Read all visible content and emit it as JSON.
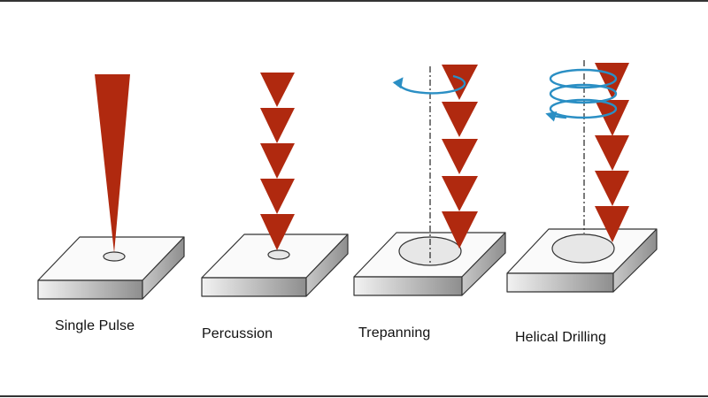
{
  "colors": {
    "beam": "#B0290F",
    "arrow": "#2B8FC4",
    "axis": "#222222",
    "outline": "#333333",
    "plate_top": "#FAFAFA",
    "plate_side_light": "#F2F2F2",
    "plate_side_dark": "#8E8E8E",
    "hole": "#E7E7E7",
    "text": "#111111"
  },
  "methods": [
    {
      "label": "Single Pulse",
      "beam": "single-cone",
      "pulse_count": 1,
      "rotation": "none"
    },
    {
      "label": "Percussion",
      "beam": "pulse-train",
      "pulse_count": 5,
      "rotation": "none"
    },
    {
      "label": "Trepanning",
      "beam": "pulse-train",
      "pulse_count": 5,
      "rotation": "single-loop"
    },
    {
      "label": "Helical Drilling",
      "beam": "pulse-train",
      "pulse_count": 5,
      "rotation": "helix-3-turns"
    }
  ]
}
